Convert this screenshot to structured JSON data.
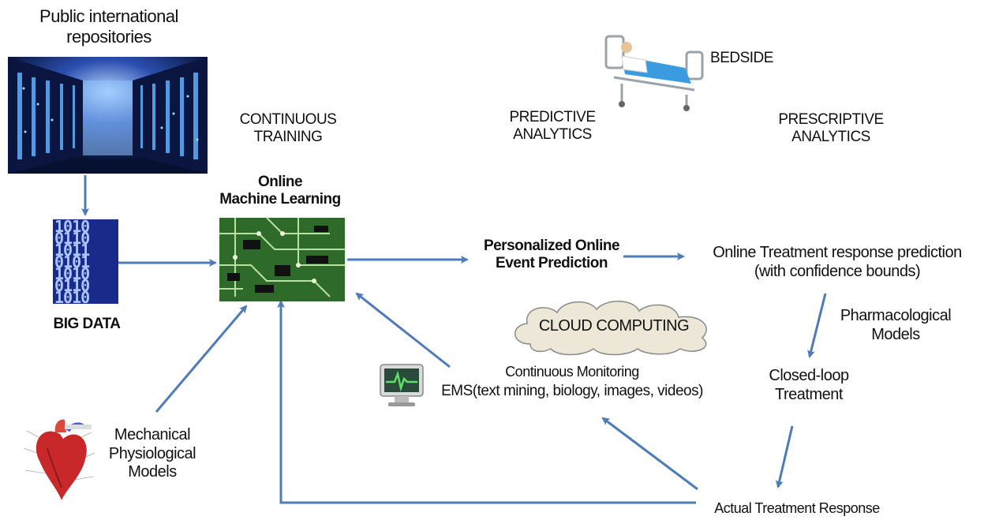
{
  "top_left": {
    "title_line1": "Public international",
    "title_line2": "repositories"
  },
  "big_data": {
    "label": "BIG DATA",
    "digits": [
      "1010",
      "0110",
      "1011",
      "0101",
      "1010",
      "0110",
      "1010"
    ]
  },
  "continuous_training": {
    "line1": "CONTINUOUS",
    "line2": "TRAINING"
  },
  "online_ml": {
    "line1": "Online",
    "line2": "Machine Learning"
  },
  "predictive": {
    "line1": "PREDICTIVE",
    "line2": "ANALYTICS"
  },
  "bedside": {
    "label": "BEDSIDE"
  },
  "prescriptive": {
    "line1": "PRESCRIPTIVE",
    "line2": "ANALYTICS"
  },
  "personalized": {
    "line1": "Personalized Online",
    "line2": "Event Prediction"
  },
  "treatment_prediction": {
    "line1": "Online Treatment response prediction",
    "line2": "(with confidence bounds)"
  },
  "cloud": {
    "label": "CLOUD COMPUTING"
  },
  "monitoring": {
    "line1": "Continuous Monitoring",
    "line2": "EMS(text mining, biology, images, videos)"
  },
  "pharma": {
    "line1": "Pharmacological",
    "line2": "Models"
  },
  "closed_loop": {
    "line1": "Closed-loop",
    "line2": "Treatment"
  },
  "mechanical": {
    "line1": "Mechanical",
    "line2": "Physiological",
    "line3": "Models"
  },
  "actual_response": {
    "label": "Actual Treatment Response"
  },
  "colors": {
    "arrow": "#4f7bb8",
    "server_bg": "#0b1a4a",
    "binary_bg": "#1a2a8a",
    "circuit_bg": "#2e6b2a",
    "cloud_fill": "#ece7d6"
  }
}
